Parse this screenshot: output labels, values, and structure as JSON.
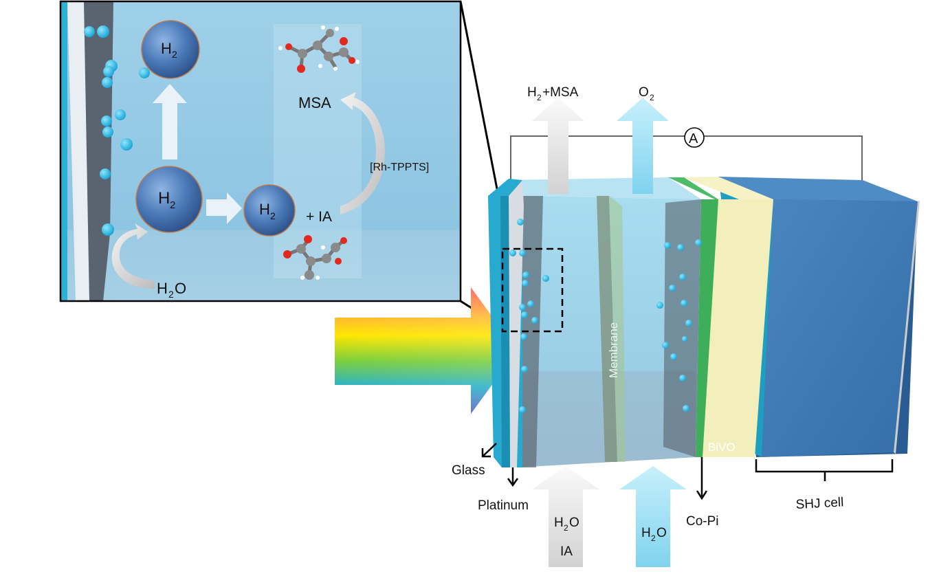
{
  "inset": {
    "h2_top": "H",
    "h2_mid": "H",
    "h2_right": "H",
    "sub_2": "2",
    "plus_ia": "+ IA",
    "msa": "MSA",
    "catalyst": "[Rh-TPPTS]",
    "h2o": "H",
    "h2o_sub": "2",
    "h2o_o": "O"
  },
  "device": {
    "outlet_left": "H",
    "outlet_left_sub": "2",
    "outlet_left_rest": "+MSA",
    "outlet_right": "O",
    "outlet_right_sub": "2",
    "ammeter": "A",
    "membrane": "Membrane",
    "bivo": "BiVO",
    "glass": "Glass",
    "platinum": "Platinum",
    "inlet_left_h": "H",
    "inlet_left_sub": "2",
    "inlet_left_o": "O",
    "inlet_left_ia": "IA",
    "inlet_right_h": "H",
    "inlet_right_sub": "2",
    "inlet_right_o": "O",
    "copi": "Co-Pi",
    "shj": "SHJ cell"
  },
  "colors": {
    "electrolyte": "#9fd3ea",
    "h2_sphere": "#4a78b5",
    "bubble": "#22b4e0",
    "bivo": "#f3f0b8",
    "shj": "#3d7ab5",
    "green_layer": "#3fae5a",
    "o2_arrow": "#8fd8f0",
    "gray_arrow": "#d9d9d9"
  }
}
